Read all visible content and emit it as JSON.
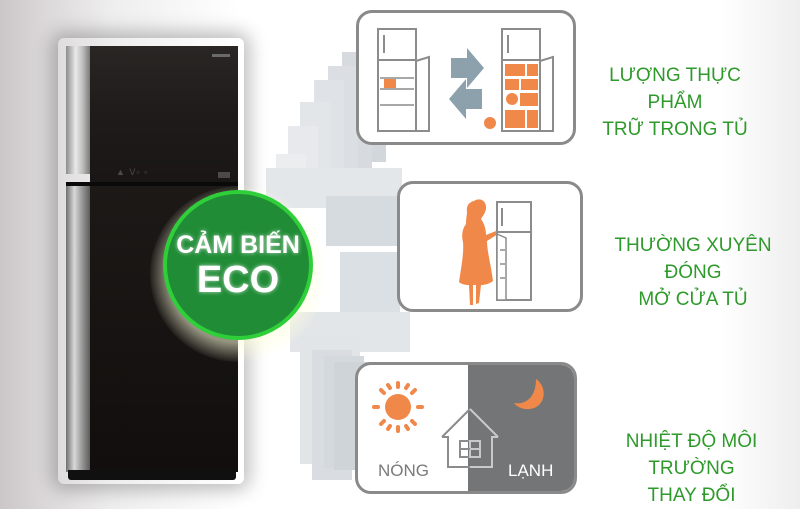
{
  "badge": {
    "line1": "CẢM BIẾN",
    "line2": "ECO",
    "color": "#208c36",
    "ring_color": "#2fcf3a"
  },
  "fridge": {
    "panel_text": "▲ V▫ ▫"
  },
  "features": [
    {
      "icon": "food-storage-icon",
      "caption_line1": "LƯỢNG THỰC PHẨM",
      "caption_line2": "TRỮ TRONG TỦ"
    },
    {
      "icon": "door-opening-icon",
      "caption_line1": "THƯỜNG XUYÊN ĐÓNG",
      "caption_line2": "MỞ CỬA TỦ"
    },
    {
      "icon": "temperature-change-icon",
      "caption_line1": "NHIỆT ĐỘ MÔI TRƯỜNG",
      "caption_line2": "THAY ĐỔI",
      "hot_label": "NÓNG",
      "cold_label": "LẠNH"
    }
  ],
  "colors": {
    "caption": "#2f9a2c",
    "accent_orange": "#f0884a",
    "panel_border": "#8a8a8a",
    "cold_bg": "#737577"
  }
}
